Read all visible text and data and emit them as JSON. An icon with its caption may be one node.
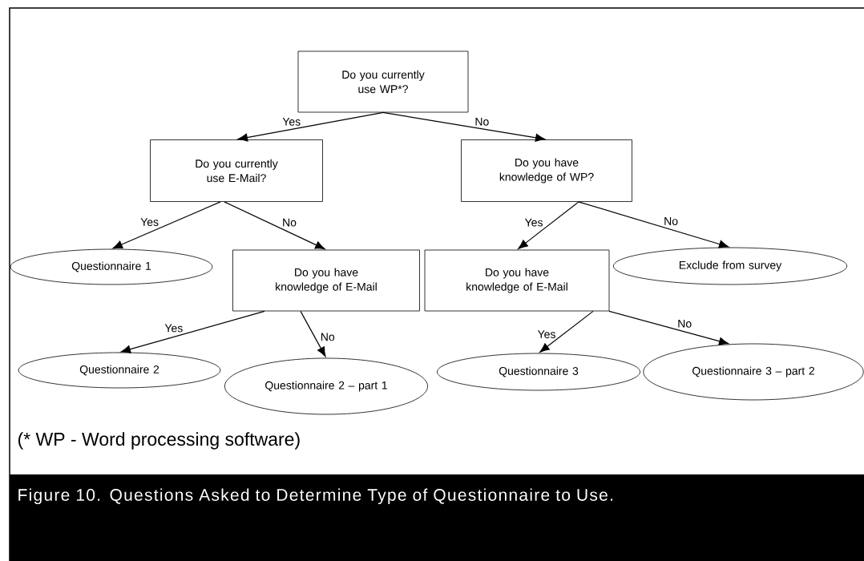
{
  "diagram": {
    "caption": "Figure 10. Questions Asked to Determine Type of Questionnaire to Use.",
    "nodes": [
      {
        "text": [
          "Do you currently use WP*?"
        ]
      },
      {
        "text": [
          "Do you currently use E-Mail?"
        ]
      },
      {
        "text": [
          "Do you have knowledge of WP?"
        ]
      },
      {
        "text": [
          "Questionnaire 1"
        ]
      },
      {
        "text": [
          "Do you have knowledge of E-Mail"
        ]
      },
      {
        "text": [
          "Do you have knowledge of E-Mail"
        ]
      },
      {
        "text": [
          "Exclude from survey"
        ]
      },
      {
        "text": [
          "Questionnaire 2"
        ]
      },
      {
        "text": [
          "Questionnaire 2 – part 1"
        ]
      },
      {
        "text": [
          "Questionnaire 3"
        ]
      },
      {
        "text": [
          "Questionnaire 3 – part 2"
        ]
      }
    ],
    "edges": [
      {
        "from": 0,
        "to": 1,
        "arrow": "to",
        "label": "Yes"
      },
      {
        "from": 0,
        "to": 2,
        "arrow": "to",
        "label": "No"
      },
      {
        "from": 1,
        "to": 3,
        "arrow": "to",
        "label": "Yes"
      },
      {
        "from": 1,
        "to": 4,
        "arrow": "to",
        "label": "No"
      },
      {
        "from": 2,
        "to": 5,
        "arrow": "to",
        "label": "Yes"
      },
      {
        "from": 2,
        "to": 6,
        "arrow": "to",
        "label": "No"
      },
      {
        "from": 4,
        "to": 7,
        "arrow": "to",
        "label": "Yes"
      },
      {
        "from": 4,
        "to": 8,
        "arrow": "to",
        "label": "No"
      },
      {
        "from": 5,
        "to": 9,
        "arrow": "to",
        "label": "Yes"
      },
      {
        "from": 5,
        "to": 10,
        "arrow": "to",
        "label": "No"
      }
    ],
    "labels": [
      "(* WP - Word processing software)"
    ]
  }
}
